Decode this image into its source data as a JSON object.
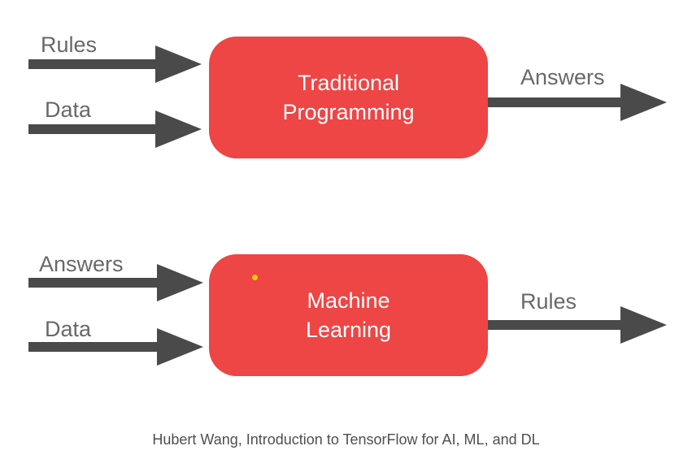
{
  "colors": {
    "box_red": "#ee4545",
    "arrow_gray": "#4a4a4a",
    "label_gray": "#686868",
    "box_text_white": "#ffffff",
    "pointer_dot_yellow": "#f6c800",
    "caption_gray": "#4f4f4f",
    "background": "#ffffff"
  },
  "diagram1": {
    "inputs": [
      {
        "label": "Rules"
      },
      {
        "label": "Data"
      }
    ],
    "box": {
      "line1": "Traditional",
      "line2": "Programming"
    },
    "output": {
      "label": "Answers"
    }
  },
  "diagram2": {
    "inputs": [
      {
        "label": "Answers"
      },
      {
        "label": "Data"
      }
    ],
    "box": {
      "line1": "Machine",
      "line2": "Learning"
    },
    "output": {
      "label": "Rules"
    }
  },
  "caption": {
    "text": "Hubert Wang, Introduction to TensorFlow for AI, ML, and DL"
  }
}
